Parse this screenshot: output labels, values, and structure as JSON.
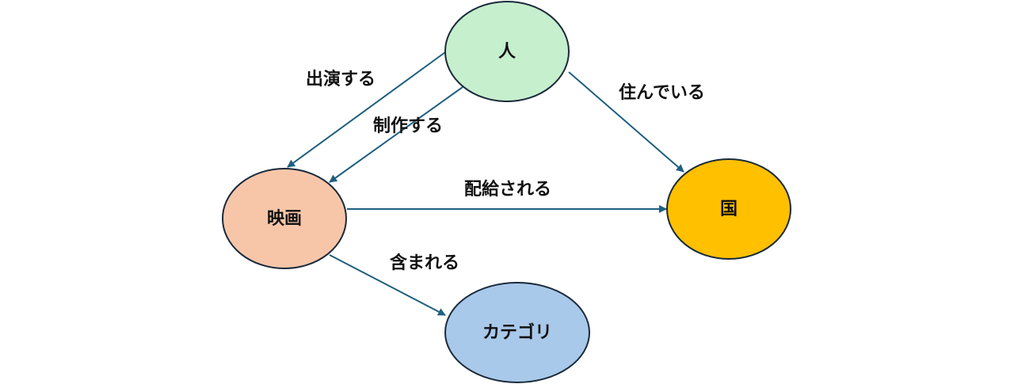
{
  "nodes": {
    "person": {
      "label": "人",
      "color": "#c6efce"
    },
    "movie": {
      "label": "映画",
      "color": "#f7c6a9"
    },
    "country": {
      "label": "国",
      "color": "#ffc000"
    },
    "category": {
      "label": "カテゴリ",
      "color": "#a9c9ea"
    }
  },
  "edges": {
    "appears_in": {
      "label": "出演する",
      "from": "人",
      "to": "映画"
    },
    "produces": {
      "label": "制作する",
      "from": "人",
      "to": "映画"
    },
    "lives_in": {
      "label": "住んでいる",
      "from": "人",
      "to": "国"
    },
    "distributed_in": {
      "label": "配給される",
      "from": "映画",
      "to": "国"
    },
    "contained_in": {
      "label": "含まれる",
      "from": "映画",
      "to": "カテゴリ"
    }
  },
  "colors": {
    "edge": "#1f5f7f",
    "outline": "#1a2a3a"
  }
}
